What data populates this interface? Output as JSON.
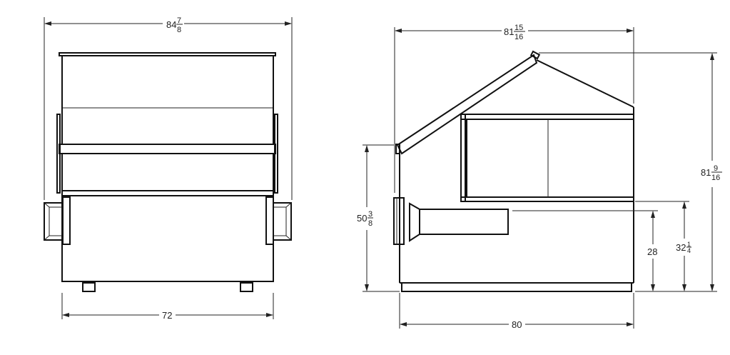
{
  "drawing": {
    "subject": "Front-load dumpster dimensional drawing",
    "front_view": {
      "overall_width": {
        "whole": "84",
        "num": "7",
        "den": "8"
      },
      "body_width": "72"
    },
    "side_view": {
      "overall_depth": {
        "whole": "81",
        "num": "15",
        "den": "16"
      },
      "overall_height": {
        "whole": "81",
        "num": "9",
        "den": "16"
      },
      "front_height": {
        "whole": "50",
        "num": "3",
        "den": "8"
      },
      "pocket_height": "28",
      "pocket_top_height": {
        "whole": "32",
        "num": "1",
        "den": "4"
      },
      "base_depth": "80"
    },
    "colors": {
      "line": "#111111",
      "background": "#ffffff",
      "text": "#222222"
    }
  }
}
